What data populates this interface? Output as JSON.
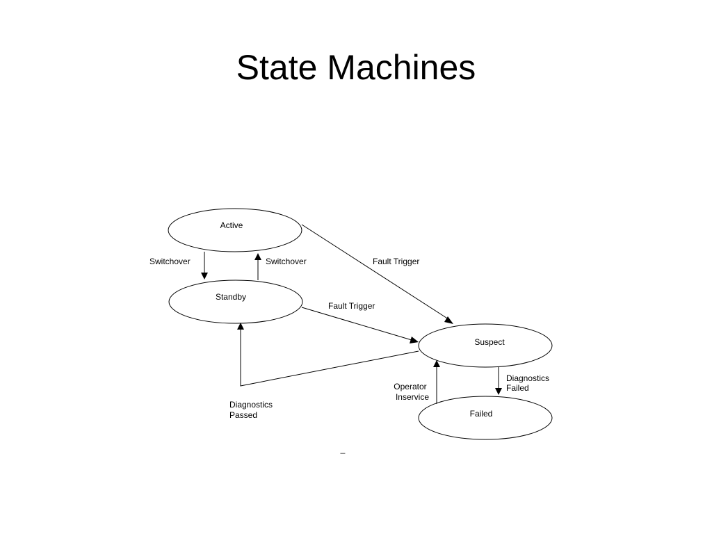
{
  "slide": {
    "title": "State Machines"
  },
  "diagram": {
    "states": {
      "active": "Active",
      "standby": "Standby",
      "suspect": "Suspect",
      "failed": "Failed"
    },
    "transitions": {
      "switchover_left": "Switchover",
      "switchover_right": "Switchover",
      "fault_trigger_active": "Fault Trigger",
      "fault_trigger_standby": "Fault Trigger",
      "diagnostics_passed": [
        "Diagnostics",
        "Passed"
      ],
      "diagnostics_failed": [
        "Diagnostics",
        "Failed"
      ],
      "operator_inservice": [
        "Operator",
        "Inservice"
      ]
    },
    "footer_mark": "_"
  }
}
